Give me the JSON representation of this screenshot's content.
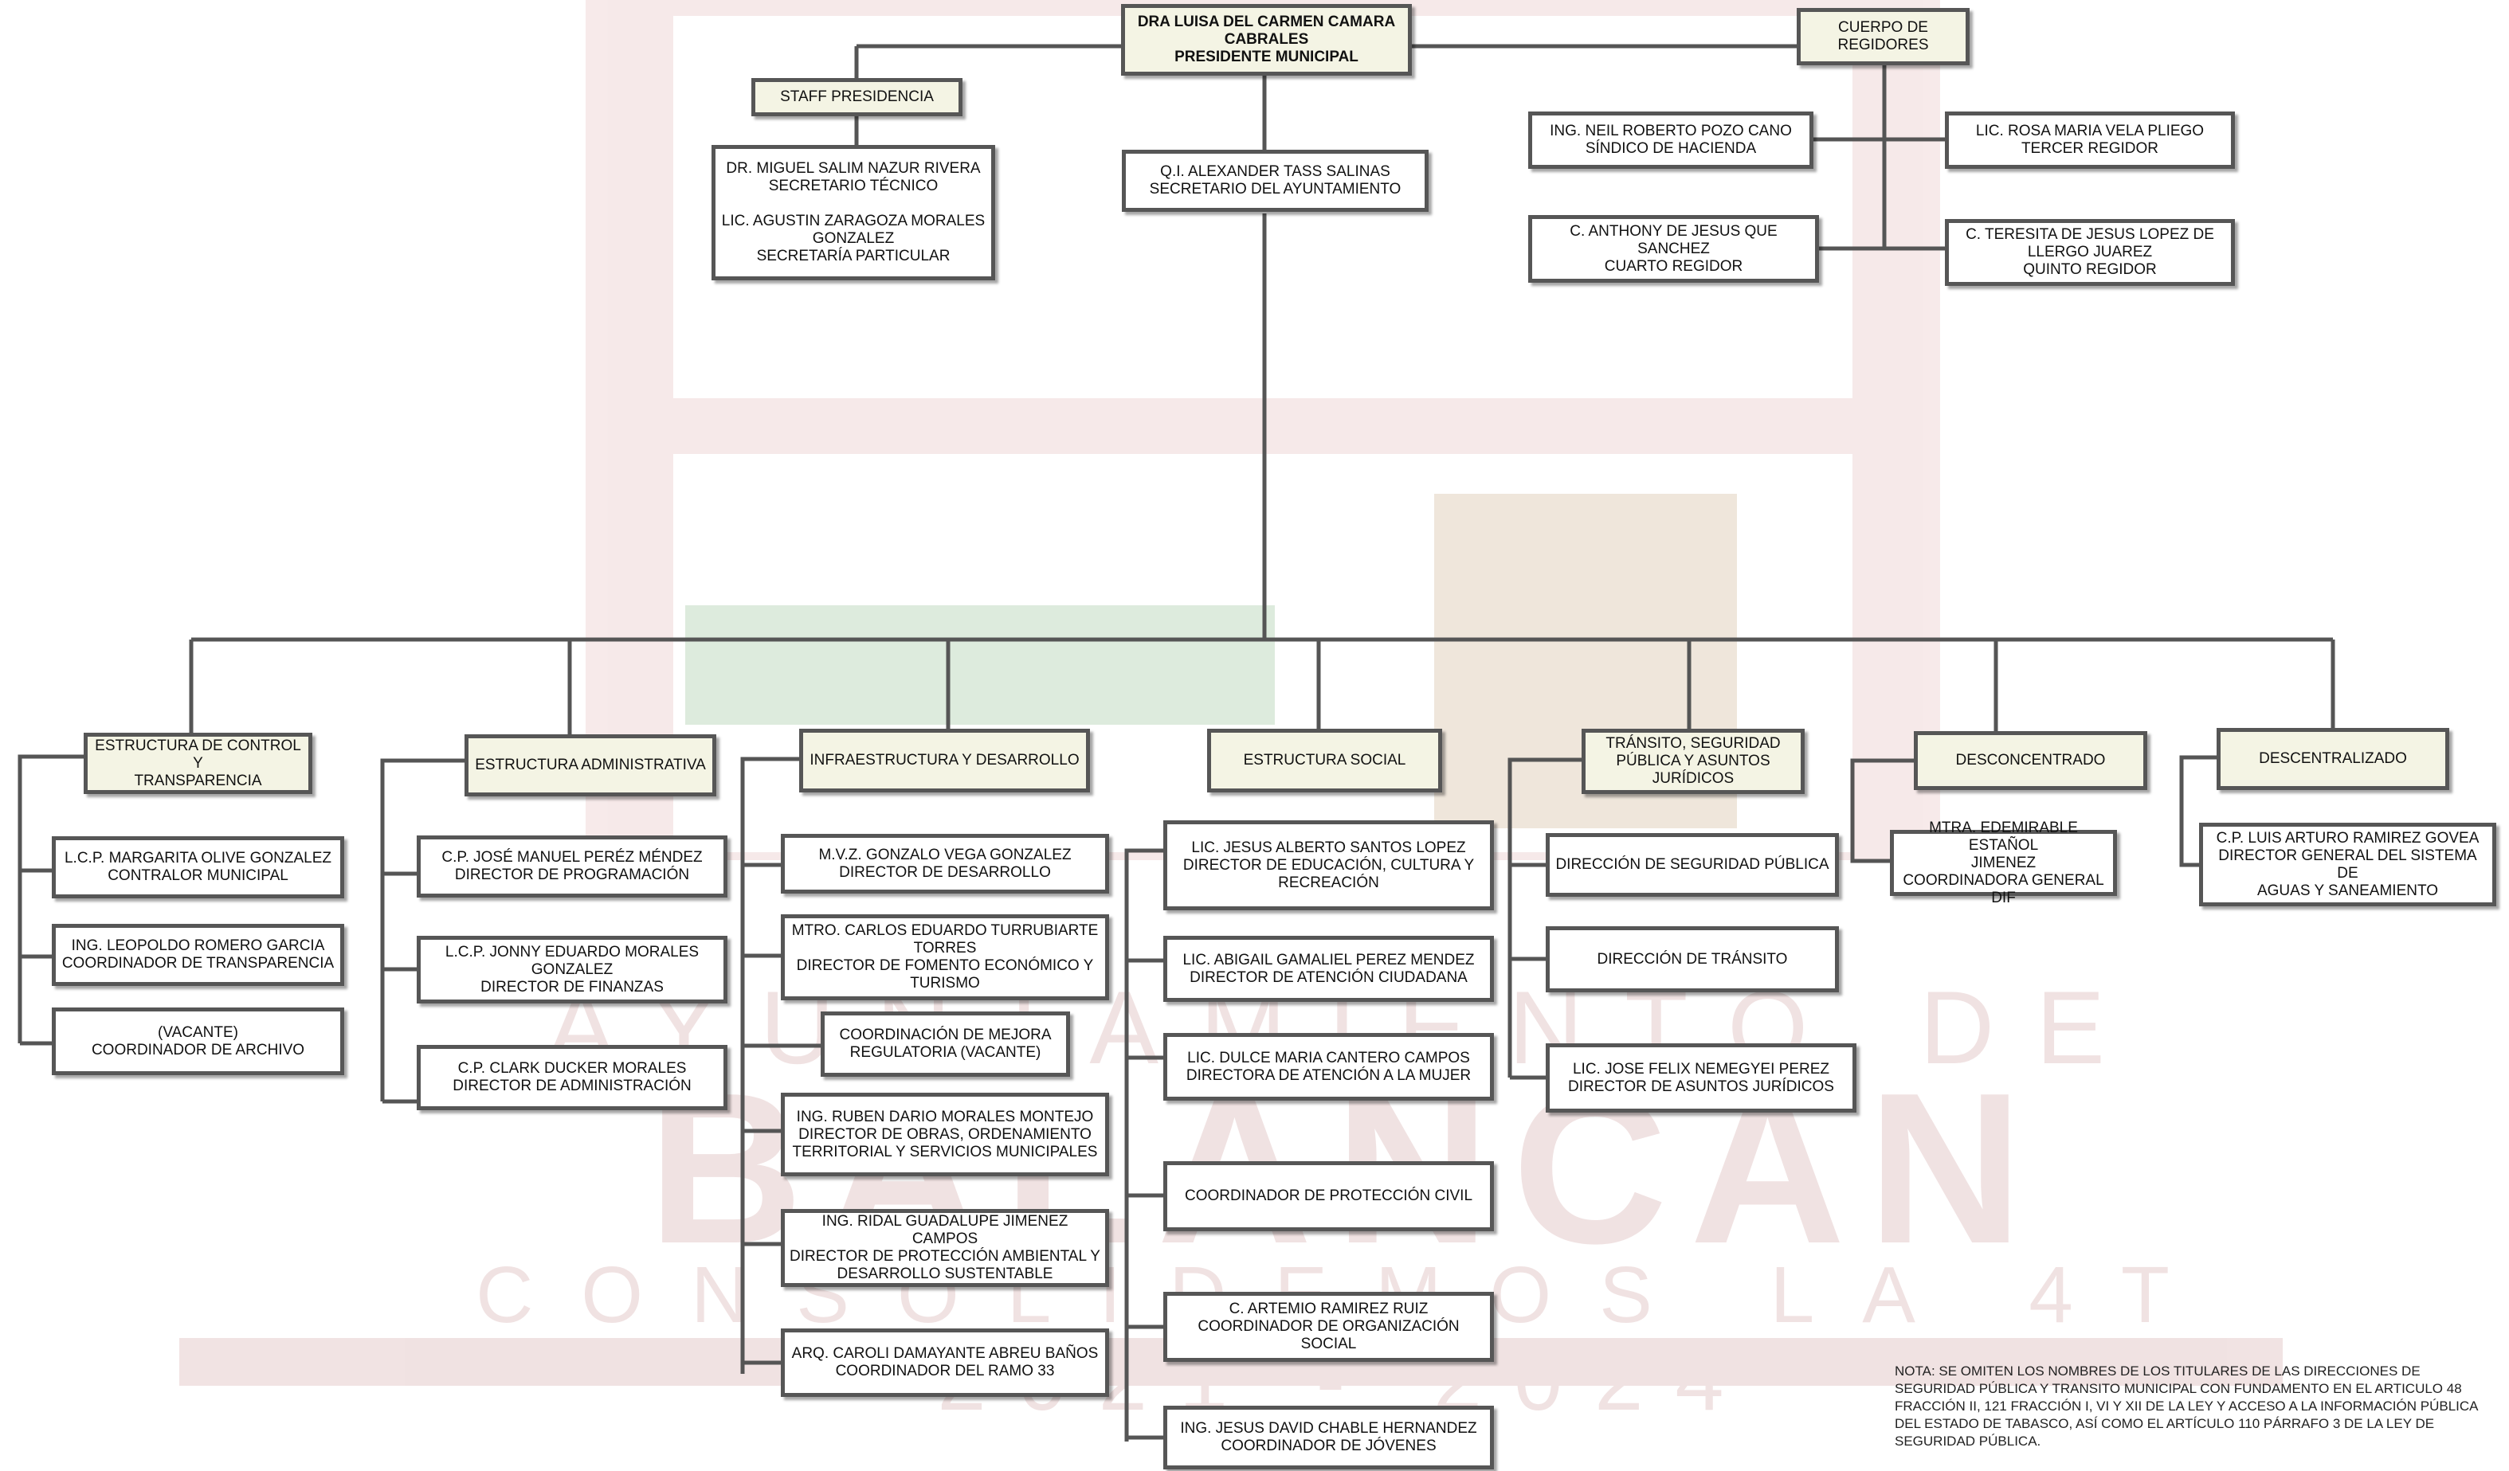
{
  "watermark": {
    "line1": "AYUNTAMIENTO DE",
    "line2": "BALANCÁN",
    "line3": "CONSOLIDEMOS LA 4T",
    "line4": "2021 - 2024",
    "color": "#c89a9a"
  },
  "org": {
    "president": {
      "text": "DRA LUISA DEL CARMEN CAMARA\nCABRALES\nPRESIDENTE MUNICIPAL"
    },
    "regidores": {
      "header": "CUERPO DE\nREGIDORES",
      "members": [
        "ING. NEIL ROBERTO POZO CANO\nSÍNDICO DE HACIENDA",
        "LIC. ROSA MARIA VELA PLIEGO\nTERCER REGIDOR",
        "C. ANTHONY DE JESUS QUE\nSANCHEZ\nCUARTO REGIDOR",
        "C. TERESITA DE JESUS LOPEZ DE\nLLERGO JUAREZ\nQUINTO REGIDOR"
      ]
    },
    "staff": {
      "header": "STAFF PRESIDENCIA",
      "members": "DR. MIGUEL SALIM NAZUR RIVERA\nSECRETARIO TÉCNICO\n\nLIC. AGUSTIN ZARAGOZA MORALES\nGONZALEZ\nSECRETARÍA PARTICULAR"
    },
    "secretario": {
      "text": "Q.I. ALEXANDER TASS SALINAS\nSECRETARIO DEL AYUNTAMIENTO"
    },
    "branches": [
      {
        "header": "ESTRUCTURA DE CONTROL Y\nTRANSPARENCIA",
        "members": [
          "L.C.P. MARGARITA  OLIVE GONZALEZ\nCONTRALOR MUNICIPAL",
          "ING. LEOPOLDO ROMERO GARCIA\nCOORDINADOR DE TRANSPARENCIA",
          "(VACANTE)\nCOORDINADOR DE ARCHIVO"
        ]
      },
      {
        "header": "ESTRUCTURA ADMINISTRATIVA",
        "members": [
          "C.P. JOSÉ MANUEL PERÉZ MÉNDEZ\nDIRECTOR DE PROGRAMACIÓN",
          "L.C.P. JONNY EDUARDO MORALES\nGONZALEZ\nDIRECTOR DE FINANZAS",
          "C.P. CLARK DUCKER MORALES\nDIRECTOR DE ADMINISTRACIÓN"
        ]
      },
      {
        "header": "INFRAESTRUCTURA Y DESARROLLO",
        "members": [
          "M.V.Z. GONZALO VEGA GONZALEZ\nDIRECTOR DE DESARROLLO",
          "MTRO. CARLOS EDUARDO TURRUBIARTE\nTORRES\nDIRECTOR DE FOMENTO ECONÓMICO Y\nTURISMO",
          "COORDINACIÓN DE MEJORA\nREGULATORIA (VACANTE)",
          "ING. RUBEN DARIO MORALES MONTEJO\nDIRECTOR DE OBRAS, ORDENAMIENTO\nTERRITORIAL Y SERVICIOS MUNICIPALES",
          "ING.  RIDAL GUADALUPE JIMENEZ CAMPOS\nDIRECTOR DE PROTECCIÓN AMBIENTAL Y\nDESARROLLO SUSTENTABLE",
          "ARQ. CAROLI DAMAYANTE ABREU BAÑOS\nCOORDINADOR DEL RAMO 33"
        ]
      },
      {
        "header": "ESTRUCTURA SOCIAL",
        "members": [
          "LIC. JESUS ALBERTO SANTOS LOPEZ\nDIRECTOR DE EDUCACIÓN, CULTURA Y\nRECREACIÓN",
          "LIC. ABIGAIL GAMALIEL PEREZ MENDEZ\nDIRECTOR DE ATENCIÓN CIUDADANA",
          "LIC. DULCE MARIA CANTERO CAMPOS\nDIRECTORA DE ATENCIÓN A LA MUJER",
          "COORDINADOR DE PROTECCIÓN CIVIL",
          "C. ARTEMIO RAMIREZ  RUIZ\nCOORDINADOR DE ORGANIZACIÓN SOCIAL",
          "ING. JESUS DAVID CHABLE HERNANDEZ\nCOORDINADOR DE JÓVENES"
        ]
      },
      {
        "header": "TRÁNSITO, SEGURIDAD\nPÚBLICA Y ASUNTOS\nJURÍDICOS",
        "members": [
          "DIRECCIÓN DE SEGURIDAD PÚBLICA",
          "DIRECCIÓN DE TRÁNSITO",
          "LIC.  JOSE FELIX NEMEGYEI PEREZ\nDIRECTOR DE ASUNTOS JURÍDICOS"
        ]
      },
      {
        "header": "DESCONCENTRADO",
        "members": [
          "MTRA. EDEMIRABLE ESTAÑOL\nJIMENEZ\nCOORDINADORA GENERAL DIF"
        ]
      },
      {
        "header": "DESCENTRALIZADO",
        "members": [
          "C.P. LUIS ARTURO RAMIREZ GOVEA\nDIRECTOR GENERAL DEL SISTEMA DE\nAGUAS Y SANEAMIENTO"
        ]
      }
    ]
  },
  "note": "NOTA: SE OMITEN LOS NOMBRES DE LOS TITULARES DE LAS DIRECCIONES DE SEGURIDAD PÚBLICA Y  TRANSITO MUNICIPAL CON FUNDAMENTO EN EL ARTICULO 48 FRACCIÓN II, 121 FRACCIÓN I, VI Y XII DE LA LEY Y ACCESO A LA INFORMACIÓN PÚBLICA DEL ESTADO DE TABASCO, ASÍ COMO EL ARTÍCULO 110 PÁRRAFO 3 DE LA LEY DE SEGURIDAD PÚBLICA."
}
